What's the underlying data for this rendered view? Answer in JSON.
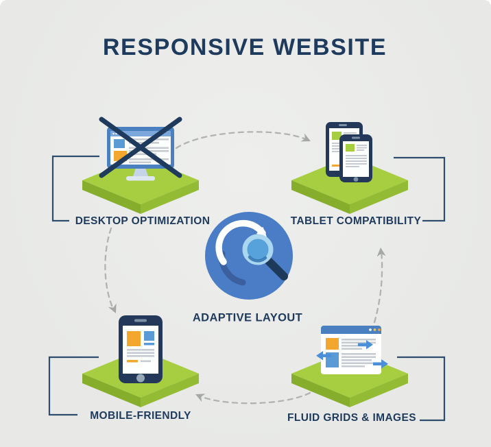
{
  "title": "RESPONSIVE WEBSITE",
  "center": {
    "label": "ADAPTIVE LAYOUT",
    "icon": "magnifier-refresh-icon"
  },
  "nodes": {
    "desktop": {
      "label": "DESKTOP OPTIMIZATION",
      "icon": "desktop-crossed-icon"
    },
    "tablet": {
      "label": "TABLET COMPATIBILITY",
      "icon": "tablets-icon"
    },
    "mobile": {
      "label": "MOBILE-FRIENDLY",
      "icon": "smartphone-icon"
    },
    "fluid": {
      "label": "FLUID GRIDS & IMAGES",
      "icon": "browser-fluid-arrows-icon"
    }
  },
  "connectors": [
    "desktop-to-tablet",
    "desktop-to-mobile",
    "fluid-to-mobile",
    "fluid-to-tablet"
  ],
  "colors": {
    "background": "#e8e9e7",
    "heading_navy": "#1e3a5c",
    "platform_top": "#a7cd40",
    "platform_left": "#86ae2c",
    "platform_right": "#93bb33",
    "device_navy": "#24395a",
    "accent_blue": "#4a7dc5",
    "accent_blue_dark": "#3b609d",
    "frame_blue": "#4a80c0",
    "browser_bar_blue": "#7ca7da",
    "content_blue": "#5b9bd5",
    "orange": "#f3a72e",
    "line_gray": "#c6cbd1",
    "connector_gray": "#b1b3b0",
    "connector_arrow": "#a6a8a5",
    "bracket_navy": "#2e4d6e",
    "lens_ring": "#abd6f0",
    "lens_fill": "#57a2da"
  }
}
